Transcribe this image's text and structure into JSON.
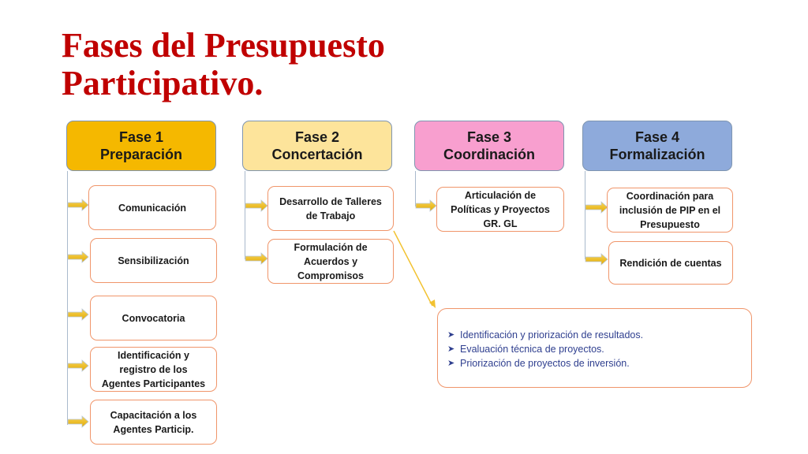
{
  "title": [
    "Fases del Presupuesto",
    "Participativo."
  ],
  "phases": [
    {
      "name": "Fase 1",
      "label": "Preparación",
      "color": "#f5b800"
    },
    {
      "name": "Fase 2",
      "label": "Concertación",
      "color": "#fde49b"
    },
    {
      "name": "Fase 3",
      "label": "Coordinación",
      "color": "#f89fcf"
    },
    {
      "name": "Fase 4",
      "label": "Formalización",
      "color": "#8eaadb"
    }
  ],
  "fase1_items": [
    [
      "Comunicación"
    ],
    [
      "Sensibilización"
    ],
    [
      "Convocatoria"
    ],
    [
      "Identificación y",
      "registro de los",
      "Agentes Participantes"
    ],
    [
      "Capacitación a los",
      "Agentes Particip."
    ]
  ],
  "fase2_items": [
    [
      "Desarrollo de Talleres",
      "de Trabajo"
    ],
    [
      "Formulación de",
      "Acuerdos y",
      "Compromisos"
    ]
  ],
  "fase3_items": [
    [
      "Articulación de",
      "Políticas y Proyectos",
      "GR. GL"
    ]
  ],
  "fase4_items": [
    [
      "Coordinación para",
      "inclusión de PIP en el",
      "Presupuesto"
    ],
    [
      "Rendición de cuentas"
    ]
  ],
  "talleres_detail": [
    "Identificación y priorización de resultados.",
    "Evaluación técnica de proyectos.",
    "Priorización de proyectos de inversión."
  ],
  "colors": {
    "title": "#c00000",
    "item_border": "#f0956a",
    "arrow": "#f2c230",
    "connector": "#a9b9cc",
    "detail_text": "#2f3f8f"
  }
}
